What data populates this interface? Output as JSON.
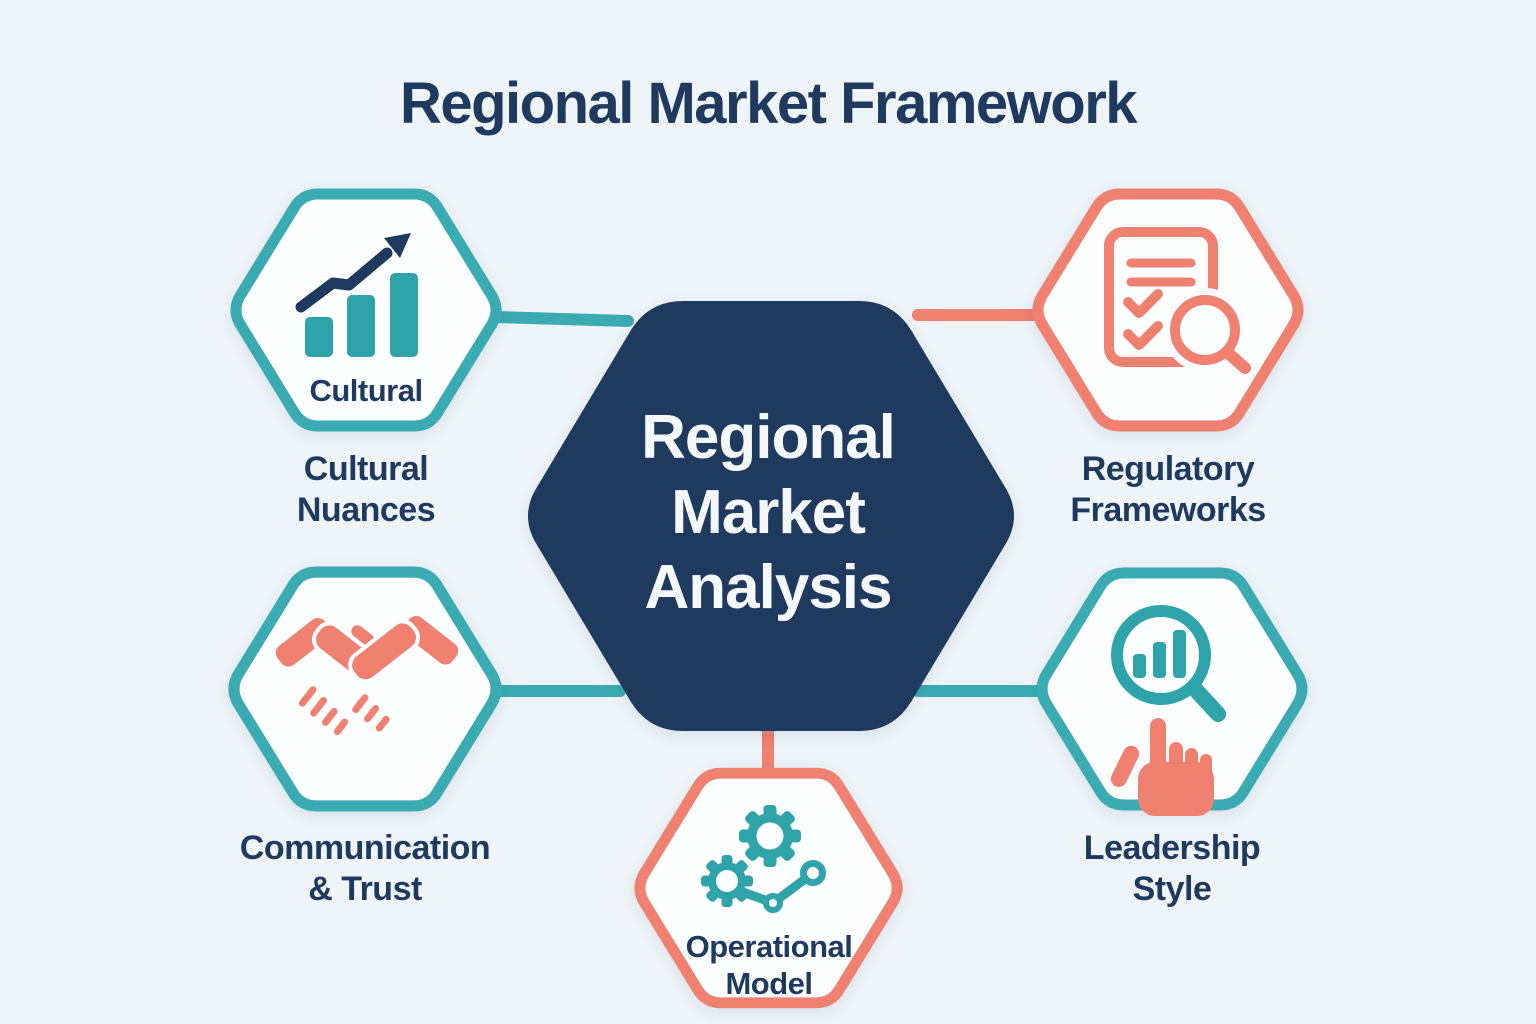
{
  "title": "Regional Market Framework",
  "colors": {
    "background": "#EEF4F8",
    "navy": "#1E3A5F",
    "teal": "#3AABB2",
    "icon_teal": "#2FA3AA",
    "coral": "#F08070",
    "hexagon_fill": "#FDFEFF",
    "center_text": "#F4F8FB"
  },
  "center": {
    "label_lines": [
      "Regional",
      "Market",
      "Analysis"
    ]
  },
  "nodes": [
    {
      "id": "cultural-nuances",
      "border_color": "#3AABB2",
      "icon": "bar-chart-growth-icon",
      "inner_label": "Cultural",
      "label_lines": [
        "Cultural",
        "Nuances"
      ]
    },
    {
      "id": "regulatory-frameworks",
      "border_color": "#F08070",
      "icon": "document-checklist-magnifier-icon",
      "label_lines": [
        "Regulatory",
        "Frameworks"
      ]
    },
    {
      "id": "communication-trust",
      "border_color": "#3AABB2",
      "icon": "handshake-icon",
      "label_lines": [
        "Communication",
        "& Trust"
      ]
    },
    {
      "id": "operational-model",
      "border_color": "#F08070",
      "icon": "gears-process-icon",
      "label_lines": [
        "Operational",
        "Model"
      ]
    },
    {
      "id": "leadership-style",
      "border_color": "#3AABB2",
      "icon": "magnifier-chart-pointer-icon",
      "label_lines": [
        "Leadership",
        "Style"
      ]
    }
  ]
}
